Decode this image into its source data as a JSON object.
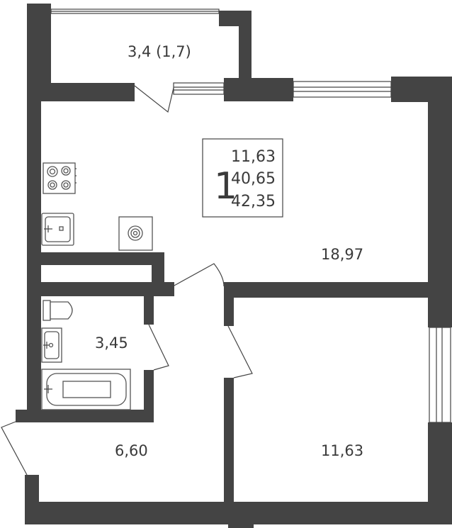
{
  "plan": {
    "rooms_count": "1",
    "summary": [
      "11,63",
      "40,65",
      "42,35"
    ],
    "areas": {
      "balcony": "3,4 (1,7)",
      "kitchen_living": "18,97",
      "bathroom": "3,45",
      "hall": "6,60",
      "bedroom": "11,63"
    },
    "colors": {
      "wall": "#444444",
      "background": "#ffffff",
      "text": "#3a3a3a"
    }
  }
}
